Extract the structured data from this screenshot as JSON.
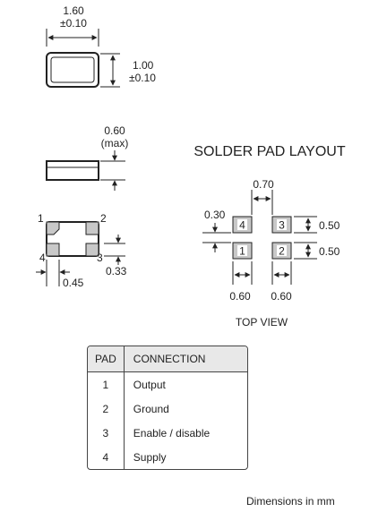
{
  "body_dims": {
    "length": "1.60",
    "length_tol": "±0.10",
    "width": "1.00",
    "width_tol": "±0.10",
    "height": "0.60",
    "height_note": "(max)"
  },
  "bottom_view": {
    "pin_labels": [
      "1",
      "2",
      "3",
      "4"
    ],
    "pad_width": "0.45",
    "pad_height": "0.33"
  },
  "solder_pad_layout": {
    "title": "SOLDER PAD LAYOUT",
    "pad_numbers": [
      "4",
      "3",
      "1",
      "2"
    ],
    "gap_x": "0.70",
    "gap_y": "0.30",
    "pad_h_top": "0.50",
    "pad_h_bottom": "0.50",
    "pad_w_left": "0.60",
    "pad_w_right": "0.60",
    "view_label": "TOP VIEW"
  },
  "pad_table": {
    "headers": [
      "PAD",
      "CONNECTION"
    ],
    "rows": [
      {
        "pad": "1",
        "connection": "Output"
      },
      {
        "pad": "2",
        "connection": "Ground"
      },
      {
        "pad": "3",
        "connection": "Enable / disable"
      },
      {
        "pad": "4",
        "connection": "Supply"
      }
    ]
  },
  "footnote": "Dimensions in mm",
  "colors": {
    "pad_fill": "#c8c8c8",
    "stroke": "#222222",
    "header_fill": "#e8e8e8"
  }
}
